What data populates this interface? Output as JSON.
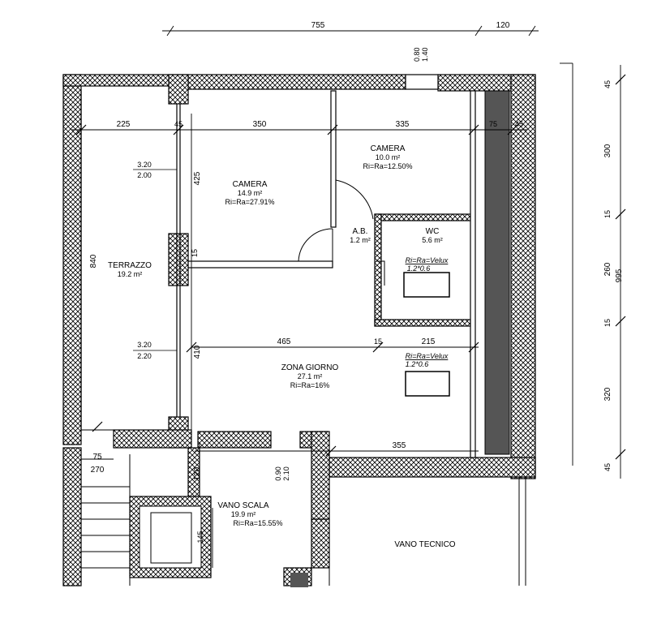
{
  "rooms": {
    "terrazzo": {
      "name": "TERRAZZO",
      "area": "19.2 m²"
    },
    "camera1": {
      "name": "CAMERA",
      "area": "14.9 m²",
      "ratio": "Ri=Ra=27.91%"
    },
    "camera2": {
      "name": "CAMERA",
      "area": "10.0 m²",
      "ratio": "Ri=Ra=12.50%"
    },
    "ab": {
      "name": "A.B.",
      "area": "1.2 m²"
    },
    "wc": {
      "name": "WC",
      "area": "5.6 m²"
    },
    "zona_giorno": {
      "name": "ZONA GIORNO",
      "area": "27.1 m²",
      "ratio": "Ri=Ra=16%"
    },
    "vano_scala": {
      "name": "VANO SCALA",
      "area": "19.9 m²",
      "ratio": "Ri=Ra=15.55%"
    },
    "vano_tecnico": {
      "name": "VANO TECNICO"
    }
  },
  "velux": {
    "wc": {
      "ratio": "Ri=Ra=Velux",
      "size": "1.2*0.6"
    },
    "giorno": {
      "ratio": "Ri=Ra=Velux",
      "size": "1.2*0.6"
    }
  },
  "dimensions": {
    "top_755": "755",
    "top_120": "120",
    "top_080": "0.80",
    "top_140": "1.40",
    "row_225": "225",
    "row_45": "45",
    "row_350": "350",
    "row_335": "335",
    "row_75": "75",
    "row_45b": "45",
    "window1_a": "3.20",
    "window1_b": "2.00",
    "window2_a": "3.20",
    "window2_b": "2.20",
    "v_425": "425",
    "v_15": "15",
    "v_410": "410",
    "v_840": "840",
    "mid_465": "465",
    "mid_15": "15",
    "mid_215": "215",
    "bot_355": "355",
    "bot_75": "75",
    "bot_270": "270",
    "v_120": "120",
    "door_090": "0.90",
    "door_210": "2.10",
    "v_145": "145",
    "right_45a": "45",
    "right_300": "300",
    "right_15a": "15",
    "right_260": "260",
    "right_995": "995",
    "right_15b": "15",
    "right_320": "320",
    "right_45b": "45"
  }
}
